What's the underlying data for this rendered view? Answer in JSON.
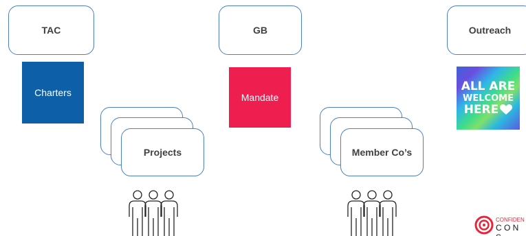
{
  "top_boxes": {
    "tac": "TAC",
    "gb": "GB",
    "outreach": "Outreach"
  },
  "solid_boxes": {
    "charters": "Charters",
    "mandate": "Mandate"
  },
  "colors": {
    "charters_bg": "#0d5fa8",
    "mandate_bg": "#ee1f4f",
    "box_border": "#4a7fc1"
  },
  "stacks": {
    "projects": "Projects",
    "members": "Member Co’s"
  },
  "welcome_image": {
    "line1": "ALL ARE",
    "line2": "WELCOME",
    "line3": "HERE"
  },
  "icons": [
    "people-group-icon",
    "people-group-icon",
    "heart-icon",
    "logo-icon"
  ],
  "logo": {
    "line1": "CONFIDEN",
    "line2": "C O N S"
  }
}
